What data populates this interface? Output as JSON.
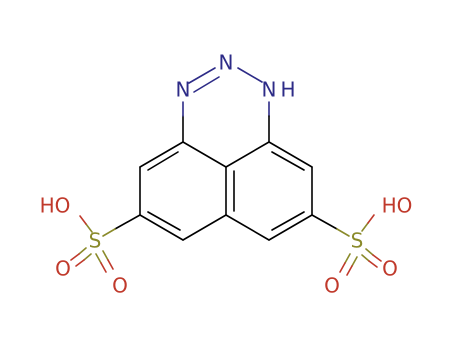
{
  "diagram": {
    "atoms": {
      "n_upper": "N",
      "n_left": "N",
      "nh_right": "H",
      "nh_right_n": "N",
      "oh_left": "HO",
      "s_left": "S",
      "o_left_a": "O",
      "o_left_b": "O",
      "oh_right": "HO",
      "s_right": "S",
      "o_right_a": "O",
      "o_right_b": "O"
    },
    "colors": {
      "carbon_bond": "#000000",
      "nitrogen": "#2d2b87",
      "oxygen": "#c0392b",
      "sulfur": "#8a8a2a"
    }
  }
}
